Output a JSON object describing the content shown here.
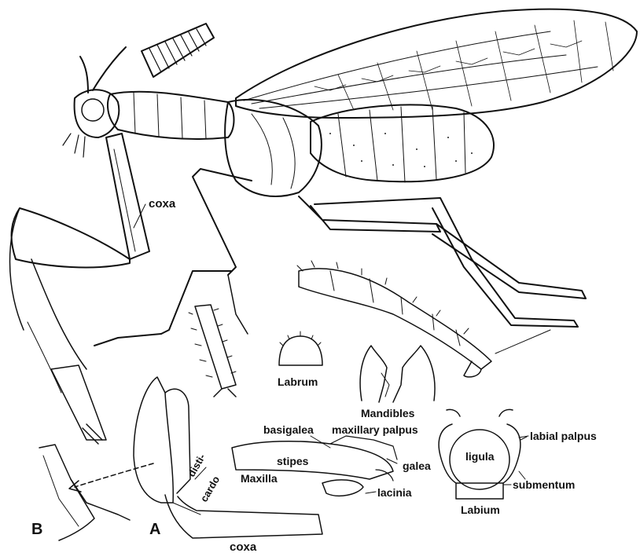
{
  "labels": {
    "coxa_upper": "coxa",
    "labrum": "Labrum",
    "mandibles": "Mandibles",
    "basigalea": "basigalea",
    "maxillary_palpus": "maxillary palpus",
    "stipes": "stipes",
    "galea": "galea",
    "disti": "disti-",
    "cardo": "cardo",
    "maxilla": "Maxilla",
    "lacinia": "lacinia",
    "ligula": "ligula",
    "labial_palpus": "labial palpus",
    "submentum": "submentum",
    "labium": "Labium",
    "coxa_lower": "coxa",
    "panel_a": "A",
    "panel_b": "B"
  },
  "colors": {
    "ink": "#111111",
    "paper": "#ffffff"
  }
}
